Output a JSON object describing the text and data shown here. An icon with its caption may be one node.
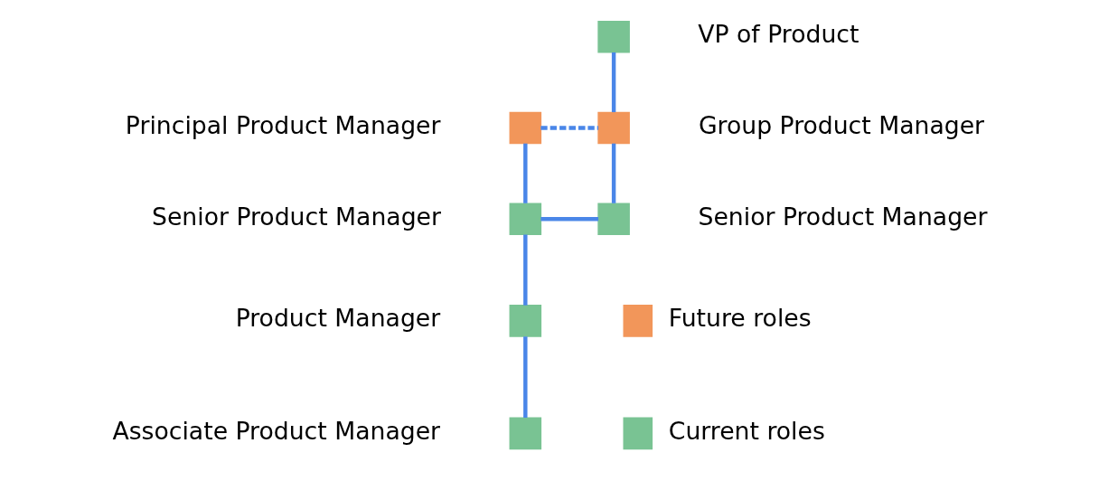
{
  "diagram": {
    "nodes": [
      {
        "text": [],
        "shape": "box",
        "beside": [
          "VP of Product"
        ]
      },
      {
        "text": [],
        "shape": "box",
        "beside": [
          "Principal Product Manager"
        ]
      },
      {
        "text": [],
        "shape": "box",
        "beside": [
          "Group Product Manager"
        ]
      },
      {
        "text": [],
        "shape": "box",
        "beside": [
          "Senior Product Manager"
        ]
      },
      {
        "text": [],
        "shape": "box",
        "beside": [
          "Senior Product Manager"
        ]
      },
      {
        "text": [],
        "shape": "box",
        "beside": [
          "Product Manager"
        ]
      },
      {
        "text": [],
        "shape": "box",
        "beside": [
          "Associate Product Manager"
        ]
      }
    ],
    "edges": [
      {
        "from": 0,
        "to": 2,
        "arrow": "none"
      },
      {
        "from": 1,
        "to": 2,
        "arrow": "none",
        "style": "dashed"
      },
      {
        "from": 1,
        "to": 3,
        "arrow": "none"
      },
      {
        "from": 2,
        "to": 4,
        "arrow": "none"
      },
      {
        "from": 3,
        "to": 4,
        "arrow": "none"
      },
      {
        "from": 3,
        "to": 5,
        "arrow": "none"
      },
      {
        "from": 5,
        "to": 6,
        "arrow": "none"
      }
    ],
    "legend": [
      {
        "text": "Future roles",
        "color": "#f2965a"
      },
      {
        "text": "Current roles",
        "color": "#79c393"
      }
    ]
  }
}
